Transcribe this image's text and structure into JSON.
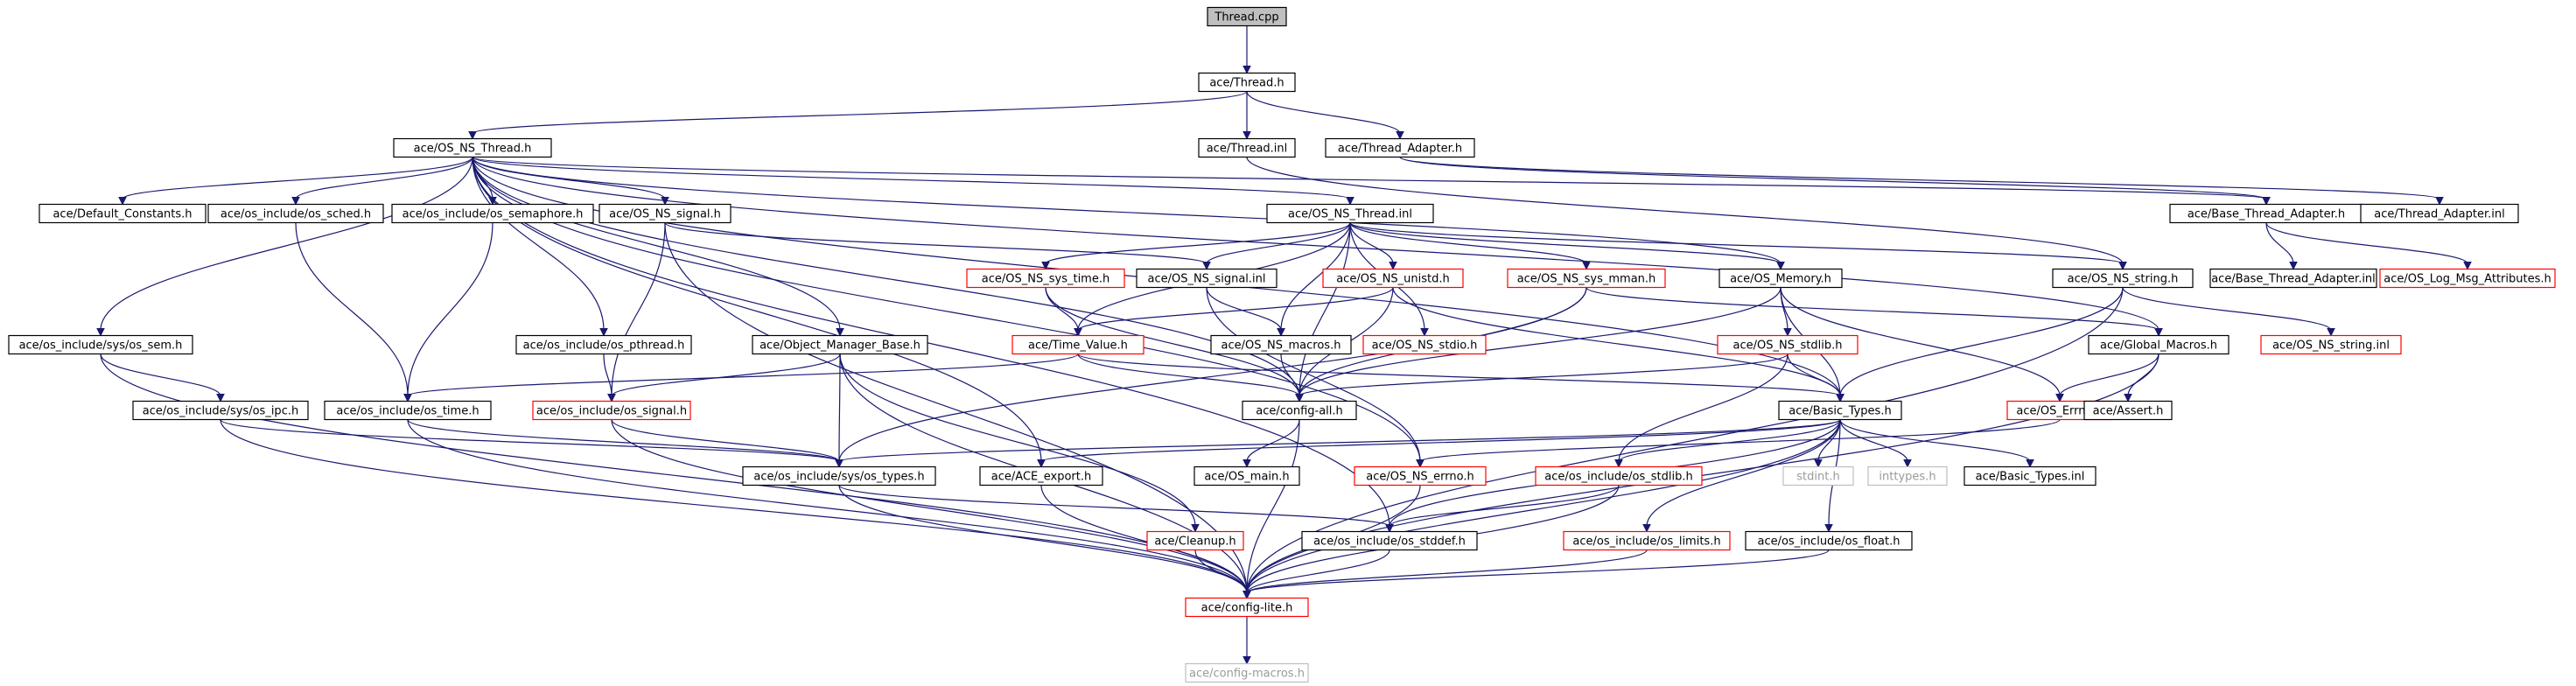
{
  "chart_data": {
    "type": "include-dependency-graph",
    "nodes": [
      {
        "id": "thread_cpp",
        "label": "Thread.cpp",
        "style": "root"
      },
      {
        "id": "thread_h",
        "label": "ace/Thread.h",
        "style": "black"
      },
      {
        "id": "os_ns_thread_h",
        "label": "ace/OS_NS_Thread.h",
        "style": "black"
      },
      {
        "id": "thread_inl",
        "label": "ace/Thread.inl",
        "style": "black"
      },
      {
        "id": "thread_adapter_h",
        "label": "ace/Thread_Adapter.h",
        "style": "black"
      },
      {
        "id": "default_constants_h",
        "label": "ace/Default_Constants.h",
        "style": "black"
      },
      {
        "id": "os_sched_h",
        "label": "ace/os_include/os_sched.h",
        "style": "black"
      },
      {
        "id": "os_semaphore_h",
        "label": "ace/os_include/os_semaphore.h",
        "style": "black"
      },
      {
        "id": "os_ns_signal_h",
        "label": "ace/OS_NS_signal.h",
        "style": "black"
      },
      {
        "id": "os_ns_thread_inl",
        "label": "ace/OS_NS_Thread.inl",
        "style": "black"
      },
      {
        "id": "base_thread_adapter_h",
        "label": "ace/Base_Thread_Adapter.h",
        "style": "black"
      },
      {
        "id": "thread_adapter_inl",
        "label": "ace/Thread_Adapter.inl",
        "style": "black"
      },
      {
        "id": "os_ns_sys_time_h",
        "label": "ace/OS_NS_sys_time.h",
        "style": "red"
      },
      {
        "id": "os_ns_signal_inl",
        "label": "ace/OS_NS_signal.inl",
        "style": "black"
      },
      {
        "id": "os_ns_unistd_h",
        "label": "ace/OS_NS_unistd.h",
        "style": "red"
      },
      {
        "id": "os_ns_sys_mman_h",
        "label": "ace/OS_NS_sys_mman.h",
        "style": "red"
      },
      {
        "id": "os_memory_h",
        "label": "ace/OS_Memory.h",
        "style": "black"
      },
      {
        "id": "os_ns_string_h",
        "label": "ace/OS_NS_string.h",
        "style": "black"
      },
      {
        "id": "base_thread_adapter_inl",
        "label": "ace/Base_Thread_Adapter.inl",
        "style": "black"
      },
      {
        "id": "os_log_msg_attributes_h",
        "label": "ace/OS_Log_Msg_Attributes.h",
        "style": "red"
      },
      {
        "id": "os_sem_h",
        "label": "ace/os_include/sys/os_sem.h",
        "style": "black"
      },
      {
        "id": "os_pthread_h",
        "label": "ace/os_include/os_pthread.h",
        "style": "black"
      },
      {
        "id": "object_manager_base_h",
        "label": "ace/Object_Manager_Base.h",
        "style": "black"
      },
      {
        "id": "time_value_h",
        "label": "ace/Time_Value.h",
        "style": "red"
      },
      {
        "id": "os_ns_macros_h",
        "label": "ace/OS_NS_macros.h",
        "style": "black"
      },
      {
        "id": "os_ns_stdio_h",
        "label": "ace/OS_NS_stdio.h",
        "style": "red"
      },
      {
        "id": "os_ns_stdlib_h",
        "label": "ace/OS_NS_stdlib.h",
        "style": "red"
      },
      {
        "id": "global_macros_h",
        "label": "ace/Global_Macros.h",
        "style": "black"
      },
      {
        "id": "os_ns_string_inl",
        "label": "ace/OS_NS_string.inl",
        "style": "red"
      },
      {
        "id": "os_ipc_h",
        "label": "ace/os_include/sys/os_ipc.h",
        "style": "black"
      },
      {
        "id": "os_time_h",
        "label": "ace/os_include/os_time.h",
        "style": "black"
      },
      {
        "id": "os_signal_h",
        "label": "ace/os_include/os_signal.h",
        "style": "red"
      },
      {
        "id": "config_all_h",
        "label": "ace/config-all.h",
        "style": "black"
      },
      {
        "id": "basic_types_h",
        "label": "ace/Basic_Types.h",
        "style": "black"
      },
      {
        "id": "os_errno_h",
        "label": "ace/OS_Errno.h",
        "style": "red"
      },
      {
        "id": "assert_h",
        "label": "ace/Assert.h",
        "style": "black"
      },
      {
        "id": "os_types_h",
        "label": "ace/os_include/sys/os_types.h",
        "style": "black"
      },
      {
        "id": "ace_export_h",
        "label": "ace/ACE_export.h",
        "style": "black"
      },
      {
        "id": "os_main_h",
        "label": "ace/OS_main.h",
        "style": "black"
      },
      {
        "id": "os_ns_errno_h",
        "label": "ace/OS_NS_errno.h",
        "style": "red"
      },
      {
        "id": "os_stdlib_h",
        "label": "ace/os_include/os_stdlib.h",
        "style": "red"
      },
      {
        "id": "stdint_h",
        "label": "stdint.h",
        "style": "grey"
      },
      {
        "id": "inttypes_h",
        "label": "inttypes.h",
        "style": "grey"
      },
      {
        "id": "basic_types_inl",
        "label": "ace/Basic_Types.inl",
        "style": "black"
      },
      {
        "id": "cleanup_h",
        "label": "ace/Cleanup.h",
        "style": "red"
      },
      {
        "id": "os_stddef_h",
        "label": "ace/os_include/os_stddef.h",
        "style": "black"
      },
      {
        "id": "os_limits_h",
        "label": "ace/os_include/os_limits.h",
        "style": "red"
      },
      {
        "id": "os_float_h",
        "label": "ace/os_include/os_float.h",
        "style": "black"
      },
      {
        "id": "config_lite_h",
        "label": "ace/config-lite.h",
        "style": "red"
      },
      {
        "id": "config_macros_h",
        "label": "ace/config-macros.h",
        "style": "grey"
      }
    ],
    "edges": [
      [
        "thread_cpp",
        "thread_h"
      ],
      [
        "thread_h",
        "os_ns_thread_h"
      ],
      [
        "thread_h",
        "thread_inl"
      ],
      [
        "thread_h",
        "thread_adapter_h"
      ],
      [
        "thread_adapter_h",
        "base_thread_adapter_h"
      ],
      [
        "thread_adapter_h",
        "thread_adapter_inl"
      ],
      [
        "thread_inl",
        "os_ns_string_h"
      ],
      [
        "os_ns_thread_h",
        "default_constants_h"
      ],
      [
        "os_ns_thread_h",
        "os_sched_h"
      ],
      [
        "os_ns_thread_h",
        "os_semaphore_h"
      ],
      [
        "os_ns_thread_h",
        "os_ns_signal_h"
      ],
      [
        "os_ns_thread_h",
        "os_ns_thread_inl"
      ],
      [
        "os_ns_thread_h",
        "base_thread_adapter_h"
      ],
      [
        "os_ns_thread_h",
        "os_sem_h"
      ],
      [
        "os_ns_thread_h",
        "os_pthread_h"
      ],
      [
        "os_ns_thread_h",
        "object_manager_base_h"
      ],
      [
        "os_ns_thread_h",
        "config_all_h"
      ],
      [
        "os_ns_thread_h",
        "ace_export_h"
      ],
      [
        "os_ns_thread_h",
        "os_memory_h"
      ],
      [
        "os_ns_thread_h",
        "global_macros_h"
      ],
      [
        "os_ns_thread_h",
        "basic_types_h"
      ],
      [
        "os_ns_thread_h",
        "os_stddef_h"
      ],
      [
        "os_ns_thread_h",
        "os_ns_errno_h"
      ],
      [
        "os_ns_thread_inl",
        "os_ns_sys_time_h"
      ],
      [
        "os_ns_thread_inl",
        "os_ns_signal_inl"
      ],
      [
        "os_ns_thread_inl",
        "os_ns_unistd_h"
      ],
      [
        "os_ns_thread_inl",
        "os_ns_sys_mman_h"
      ],
      [
        "os_ns_thread_inl",
        "os_memory_h"
      ],
      [
        "os_ns_thread_inl",
        "os_ns_string_h"
      ],
      [
        "os_ns_thread_inl",
        "time_value_h"
      ],
      [
        "os_ns_thread_inl",
        "os_ns_macros_h"
      ],
      [
        "os_ns_thread_inl",
        "os_ns_stdio_h"
      ],
      [
        "os_ns_thread_inl",
        "config_all_h"
      ],
      [
        "os_ns_signal_h",
        "os_ns_signal_inl"
      ],
      [
        "os_ns_signal_h",
        "os_signal_h"
      ],
      [
        "os_ns_signal_h",
        "config_lite_h"
      ],
      [
        "os_sched_h",
        "os_time_h"
      ],
      [
        "os_semaphore_h",
        "os_time_h"
      ],
      [
        "base_thread_adapter_h",
        "base_thread_adapter_inl"
      ],
      [
        "base_thread_adapter_h",
        "os_log_msg_attributes_h"
      ],
      [
        "os_ns_sys_time_h",
        "time_value_h"
      ],
      [
        "os_ns_sys_time_h",
        "config_all_h"
      ],
      [
        "os_ns_signal_inl",
        "os_ns_macros_h"
      ],
      [
        "os_ns_signal_inl",
        "os_ns_errno_h"
      ],
      [
        "os_ns_unistd_h",
        "time_value_h"
      ],
      [
        "os_ns_unistd_h",
        "config_all_h"
      ],
      [
        "os_ns_unistd_h",
        "basic_types_h"
      ],
      [
        "os_ns_sys_mman_h",
        "config_all_h"
      ],
      [
        "os_ns_sys_mman_h",
        "os_types_h"
      ],
      [
        "os_ns_sys_mman_h",
        "global_macros_h"
      ],
      [
        "os_memory_h",
        "os_ns_stdlib_h"
      ],
      [
        "os_memory_h",
        "os_errno_h"
      ],
      [
        "os_memory_h",
        "basic_types_h"
      ],
      [
        "os_memory_h",
        "config_all_h"
      ],
      [
        "os_ns_string_h",
        "os_ns_string_inl"
      ],
      [
        "os_ns_string_h",
        "basic_types_h"
      ],
      [
        "os_ns_string_h",
        "config_lite_h"
      ],
      [
        "os_sem_h",
        "os_ipc_h"
      ],
      [
        "os_sem_h",
        "config_lite_h"
      ],
      [
        "os_pthread_h",
        "os_signal_h"
      ],
      [
        "object_manager_base_h",
        "os_signal_h"
      ],
      [
        "object_manager_base_h",
        "os_types_h"
      ],
      [
        "object_manager_base_h",
        "cleanup_h"
      ],
      [
        "object_manager_base_h",
        "config_lite_h"
      ],
      [
        "time_value_h",
        "os_time_h"
      ],
      [
        "time_value_h",
        "basic_types_h"
      ],
      [
        "time_value_h",
        "config_all_h"
      ],
      [
        "os_ns_macros_h",
        "config_all_h"
      ],
      [
        "os_ns_stdlib_h",
        "config_all_h"
      ],
      [
        "os_ns_stdlib_h",
        "basic_types_h"
      ],
      [
        "os_ns_stdlib_h",
        "os_stdlib_h"
      ],
      [
        "global_macros_h",
        "os_errno_h"
      ],
      [
        "global_macros_h",
        "assert_h"
      ],
      [
        "global_macros_h",
        "config_lite_h"
      ],
      [
        "os_ipc_h",
        "os_types_h"
      ],
      [
        "os_ipc_h",
        "config_lite_h"
      ],
      [
        "os_time_h",
        "os_types_h"
      ],
      [
        "os_time_h",
        "config_lite_h"
      ],
      [
        "os_signal_h",
        "os_types_h"
      ],
      [
        "os_signal_h",
        "config_lite_h"
      ],
      [
        "config_all_h",
        "os_main_h"
      ],
      [
        "config_all_h",
        "config_lite_h"
      ],
      [
        "basic_types_h",
        "os_types_h"
      ],
      [
        "basic_types_h",
        "ace_export_h"
      ],
      [
        "basic_types_h",
        "stdint_h"
      ],
      [
        "basic_types_h",
        "inttypes_h"
      ],
      [
        "basic_types_h",
        "basic_types_inl"
      ],
      [
        "basic_types_h",
        "os_stdlib_h"
      ],
      [
        "basic_types_h",
        "os_limits_h"
      ],
      [
        "basic_types_h",
        "os_float_h"
      ],
      [
        "basic_types_h",
        "os_stddef_h"
      ],
      [
        "basic_types_h",
        "config_lite_h"
      ],
      [
        "os_errno_h",
        "os_ns_errno_h"
      ],
      [
        "os_types_h",
        "os_stddef_h"
      ],
      [
        "os_types_h",
        "config_lite_h"
      ],
      [
        "ace_export_h",
        "config_lite_h"
      ],
      [
        "os_ns_errno_h",
        "config_lite_h"
      ],
      [
        "os_stdlib_h",
        "os_stddef_h"
      ],
      [
        "os_stdlib_h",
        "config_lite_h"
      ],
      [
        "cleanup_h",
        "config_lite_h"
      ],
      [
        "os_stddef_h",
        "config_lite_h"
      ],
      [
        "os_limits_h",
        "config_lite_h"
      ],
      [
        "os_float_h",
        "config_lite_h"
      ],
      [
        "config_lite_h",
        "config_macros_h"
      ]
    ]
  }
}
